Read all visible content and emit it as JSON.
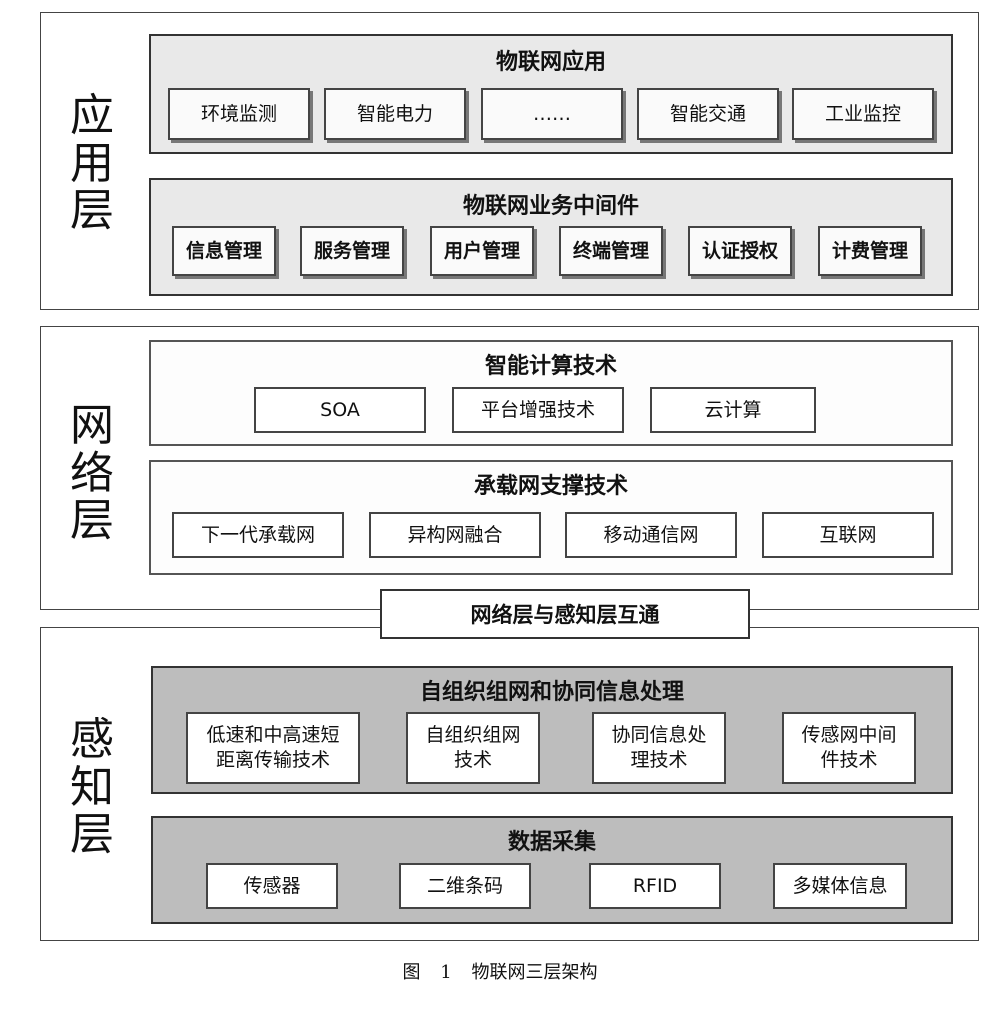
{
  "application_layer": {
    "label": [
      "应",
      "用",
      "层"
    ],
    "iot_apps": {
      "title": "物联网应用",
      "items": [
        "环境监测",
        "智能电力",
        "……",
        "智能交通",
        "工业监控"
      ]
    },
    "middleware": {
      "title": "物联网业务中间件",
      "items": [
        "信息管理",
        "服务管理",
        "用户管理",
        "终端管理",
        "认证授权",
        "计费管理"
      ]
    }
  },
  "network_layer": {
    "label": [
      "网",
      "络",
      "层"
    ],
    "smart_computing": {
      "title": "智能计算技术",
      "items": [
        "SOA",
        "平台增强技术",
        "云计算"
      ]
    },
    "carrier_support": {
      "title": "承载网支撑技术",
      "items": [
        "下一代承载网",
        "异构网融合",
        "移动通信网",
        "互联网"
      ]
    }
  },
  "bridge": {
    "label": "网络层与感知层互通"
  },
  "perception_layer": {
    "label": [
      "感",
      "知",
      "层"
    ],
    "self_org": {
      "title": "自组织组网和协同信息处理",
      "items": [
        "低速和中高速短\n距离传输技术",
        "自组织组网\n技术",
        "协同信息处\n理技术",
        "传感网中间\n件技术"
      ]
    },
    "data_collection": {
      "title": "数据采集",
      "items": [
        "传感器",
        "二维条码",
        "RFID",
        "多媒体信息"
      ]
    }
  },
  "caption": "图 1   物联网三层架构"
}
